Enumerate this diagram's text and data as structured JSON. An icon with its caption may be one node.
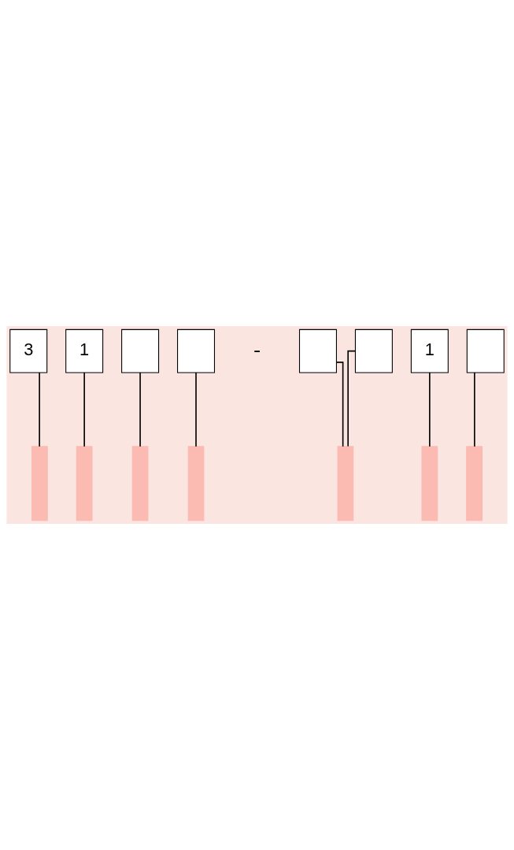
{
  "diagram": {
    "nodes": [
      {
        "text": [
          "3"
        ]
      },
      {
        "text": [
          "1"
        ]
      },
      {
        "text": [],
        "shape": "box"
      },
      {
        "text": [],
        "shape": "box"
      },
      {
        "text": [],
        "shape": "box"
      },
      {
        "text": [],
        "shape": "box"
      },
      {
        "text": [
          "1"
        ]
      },
      {
        "text": [],
        "shape": "box"
      },
      {
        "text": [],
        "shape": "bar"
      },
      {
        "text": [],
        "shape": "bar"
      },
      {
        "text": [],
        "shape": "bar"
      },
      {
        "text": [],
        "shape": "bar"
      },
      {
        "text": [],
        "shape": "bar"
      },
      {
        "text": [],
        "shape": "bar"
      },
      {
        "text": [],
        "shape": "bar"
      }
    ],
    "edges": [
      {
        "from": 0,
        "to": 8,
        "arrow": "none"
      },
      {
        "from": 1,
        "to": 9,
        "arrow": "none"
      },
      {
        "from": 2,
        "to": 10,
        "arrow": "none"
      },
      {
        "from": 3,
        "to": 11,
        "arrow": "none"
      },
      {
        "from": 4,
        "to": 12,
        "arrow": "none"
      },
      {
        "from": 5,
        "to": 12,
        "arrow": "none"
      },
      {
        "from": 6,
        "to": 13,
        "arrow": "none"
      },
      {
        "from": 7,
        "to": 14,
        "arrow": "none"
      }
    ],
    "labels": [
      "-"
    ]
  }
}
